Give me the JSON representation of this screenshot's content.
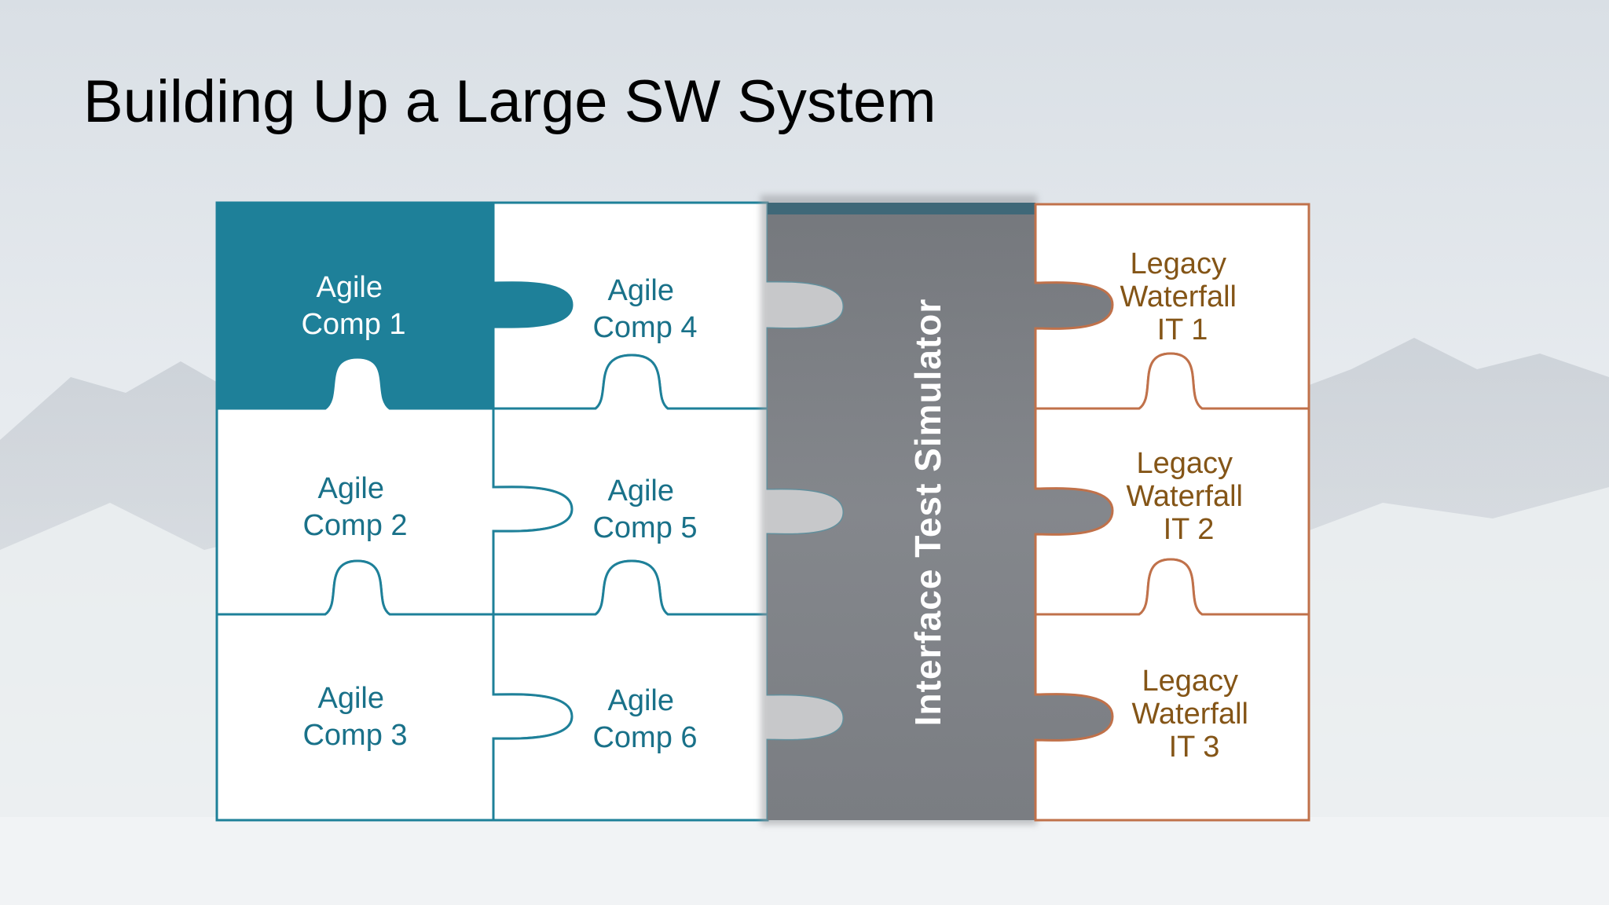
{
  "slide": {
    "title": "Building Up a Large SW System"
  },
  "colors": {
    "agile_teal": "#1e8099",
    "agile_text": "#197189",
    "simulator_gray": "#7d7f84",
    "simulator_top_bar": "#3f6878",
    "legacy_orange": "#c0714a",
    "legacy_text": "#845517",
    "sky_background": "#e6eaee"
  },
  "agile_pieces": [
    {
      "line1": "Agile",
      "line2": "Comp 1"
    },
    {
      "line1": "Agile",
      "line2": "Comp 2"
    },
    {
      "line1": "Agile",
      "line2": "Comp 3"
    },
    {
      "line1": "Agile",
      "line2": "Comp 4"
    },
    {
      "line1": "Agile",
      "line2": "Comp 5"
    },
    {
      "line1": "Agile",
      "line2": "Comp 6"
    }
  ],
  "simulator": {
    "label": "Interface Test Simulator"
  },
  "legacy_pieces": [
    {
      "line1": "Legacy",
      "line2": "Waterfall",
      "line3": "IT 1"
    },
    {
      "line1": "Legacy",
      "line2": "Waterfall",
      "line3": "IT 2"
    },
    {
      "line1": "Legacy",
      "line2": "Waterfall",
      "line3": "IT 3"
    }
  ]
}
